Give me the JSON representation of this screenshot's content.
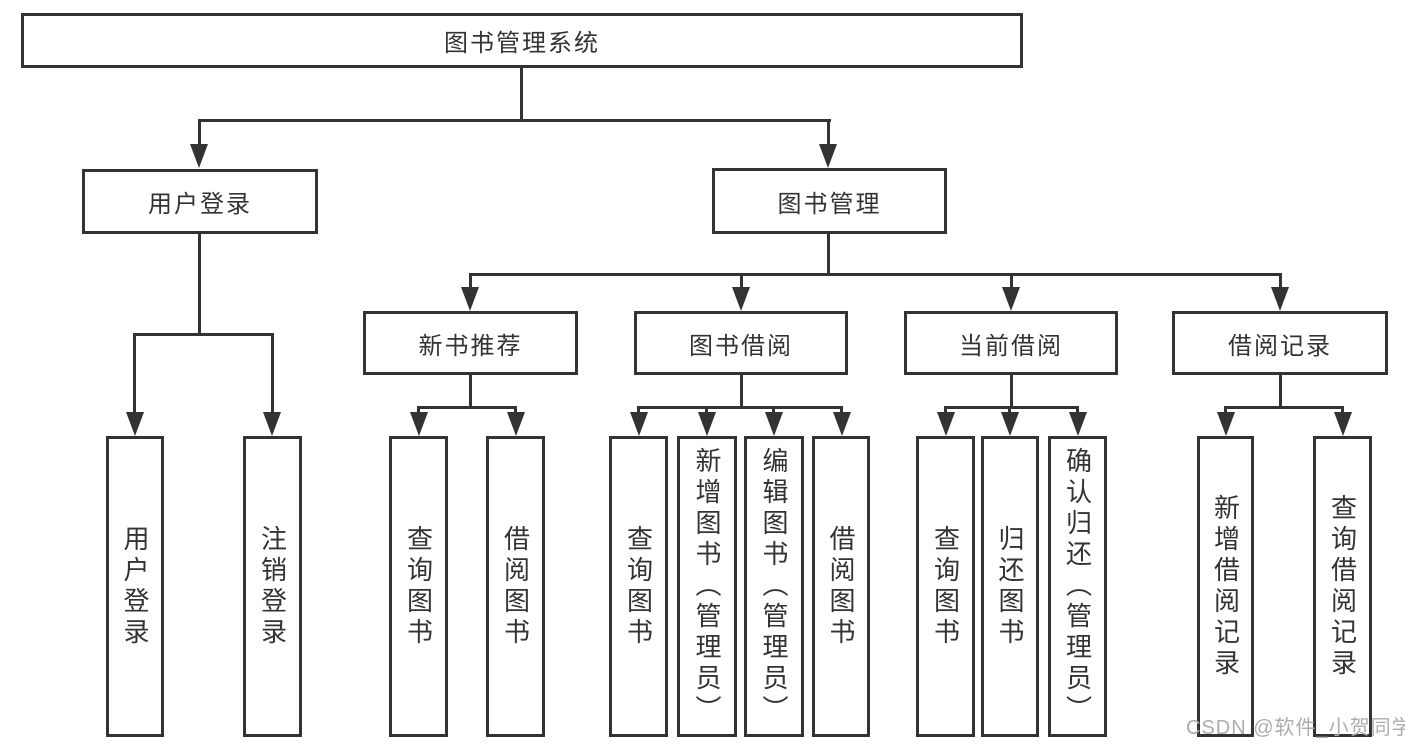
{
  "tree": {
    "label": "图书管理系统",
    "children": [
      {
        "label": "用户登录",
        "children": [
          {
            "label": "用户登录"
          },
          {
            "label": "注销登录"
          }
        ]
      },
      {
        "label": "图书管理",
        "children": [
          {
            "label": "新书推荐",
            "children": [
              {
                "label": "查询图书"
              },
              {
                "label": "借阅图书"
              }
            ]
          },
          {
            "label": "图书借阅",
            "children": [
              {
                "label": "查询图书"
              },
              {
                "label": "新增图书（管理员）"
              },
              {
                "label": "编辑图书（管理员）"
              },
              {
                "label": "借阅图书"
              }
            ]
          },
          {
            "label": "当前借阅",
            "children": [
              {
                "label": "查询图书"
              },
              {
                "label": "归还图书"
              },
              {
                "label": "确认归还（管理员）"
              }
            ]
          },
          {
            "label": "借阅记录",
            "children": [
              {
                "label": "新增借阅记录"
              },
              {
                "label": "查询借阅记录"
              }
            ]
          }
        ]
      }
    ]
  },
  "watermark": {
    "text": "CSDN @软件_小贺同学"
  },
  "colors": {
    "line": "#333333",
    "text": "#333333",
    "bg": "#ffffff",
    "watermark": "#adadad"
  }
}
